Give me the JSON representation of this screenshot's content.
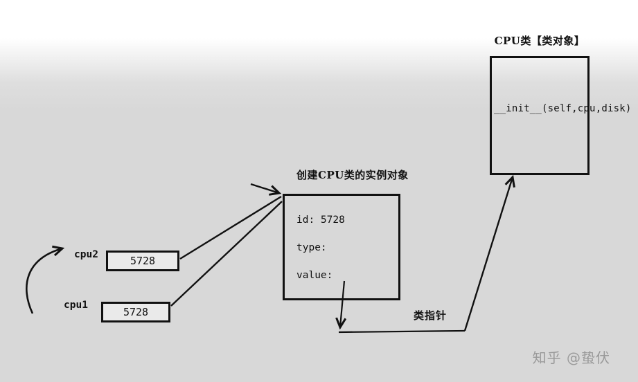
{
  "class_box": {
    "title": "CPU类【类对象】",
    "code": "__init__(self,cpu,disk)"
  },
  "instance_box": {
    "title": "创建CPU类的实例对象",
    "field_id": "id: 5728",
    "field_type": "type:",
    "field_value": "value:"
  },
  "variables": [
    {
      "name": "cpu2",
      "value": "5728"
    },
    {
      "name": "cpu1",
      "value": "5728"
    }
  ],
  "labels": {
    "class_pointer": "类指针"
  },
  "watermark": "知乎 @蛰伏",
  "colors": {
    "ink": "#111111",
    "background": "#d8d8d8",
    "background_top": "#ffffff",
    "watermark": "#9a9a9a"
  }
}
